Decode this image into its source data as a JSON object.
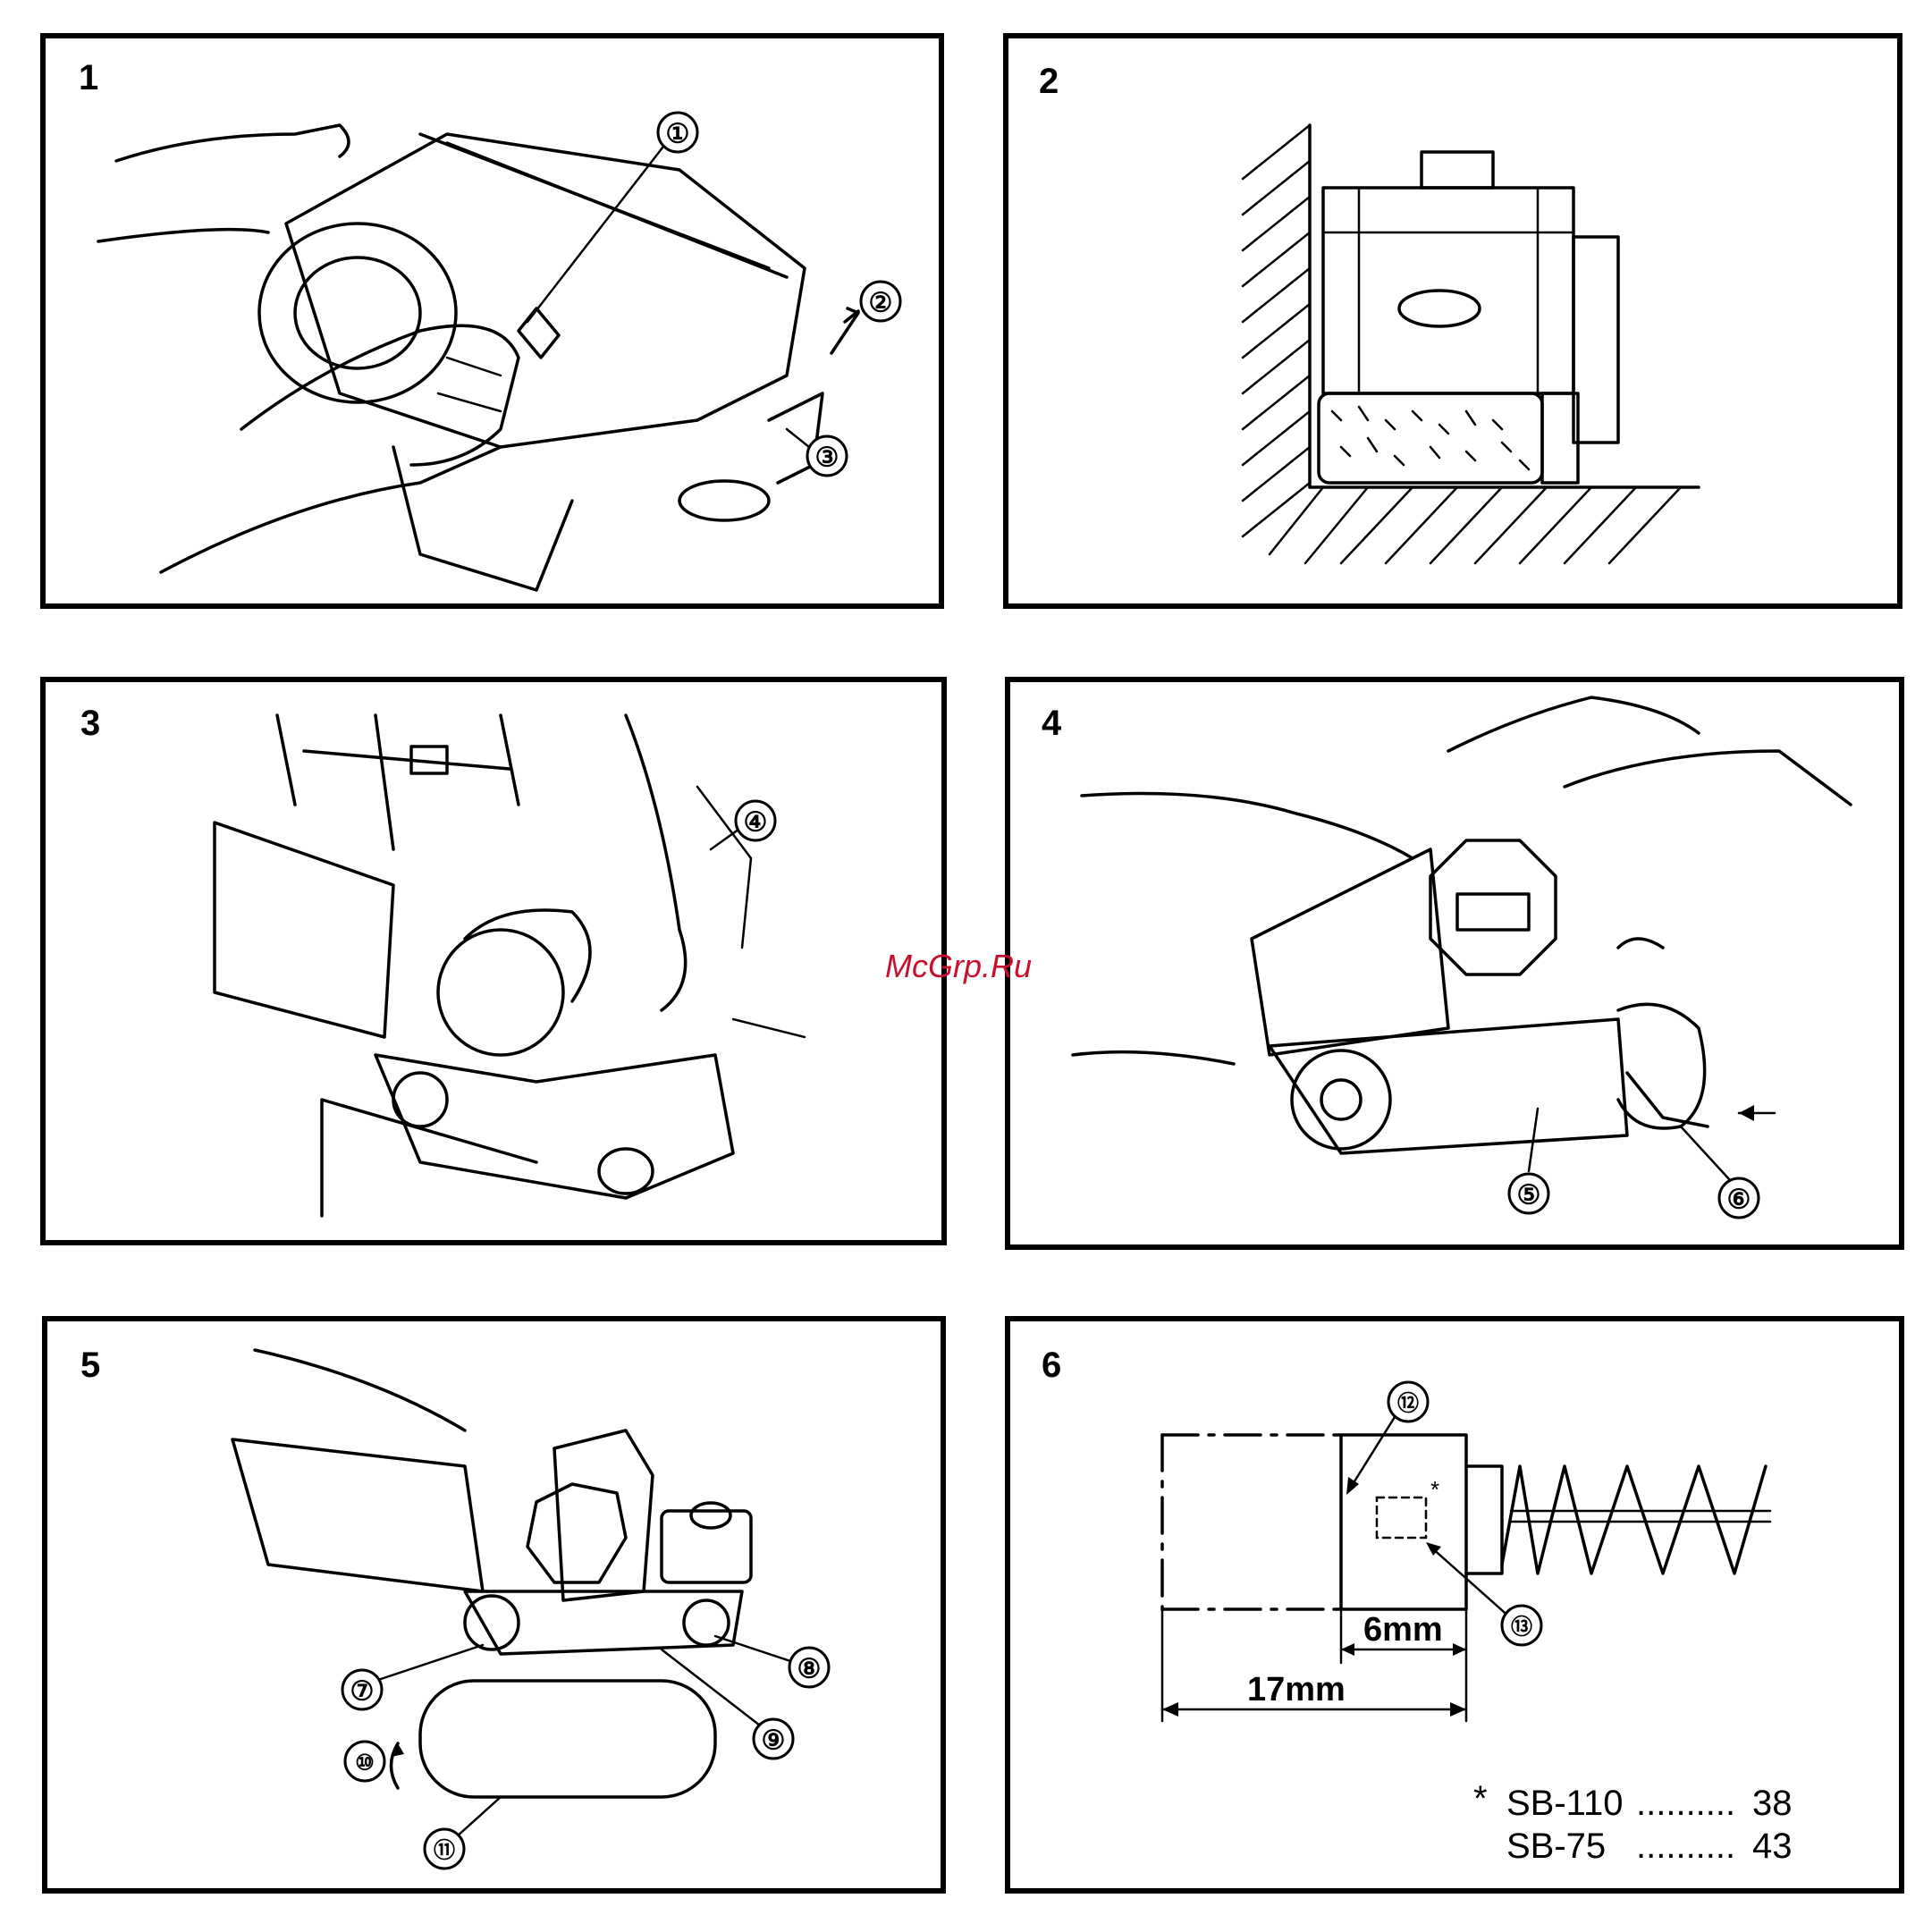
{
  "watermark": "McGrp.Ru",
  "panels": [
    {
      "number": "1",
      "callouts": [
        "①",
        "②",
        "③"
      ]
    },
    {
      "number": "2",
      "callouts": []
    },
    {
      "number": "3",
      "callouts": [
        "④"
      ]
    },
    {
      "number": "4",
      "callouts": [
        "⑤",
        "⑥"
      ]
    },
    {
      "number": "5",
      "callouts": [
        "⑦",
        "⑧",
        "⑨",
        "⑩",
        "⑪"
      ]
    },
    {
      "number": "6",
      "callouts": [
        "⑫",
        "⑬"
      ]
    }
  ],
  "dimensions": {
    "inner": "6mm",
    "outer": "17mm"
  },
  "spec_table": {
    "marker": "*",
    "rows": [
      {
        "model": "SB-110",
        "leader": "..........",
        "value": "38"
      },
      {
        "model": "SB-75",
        "leader": "..........",
        "value": "43"
      }
    ]
  }
}
